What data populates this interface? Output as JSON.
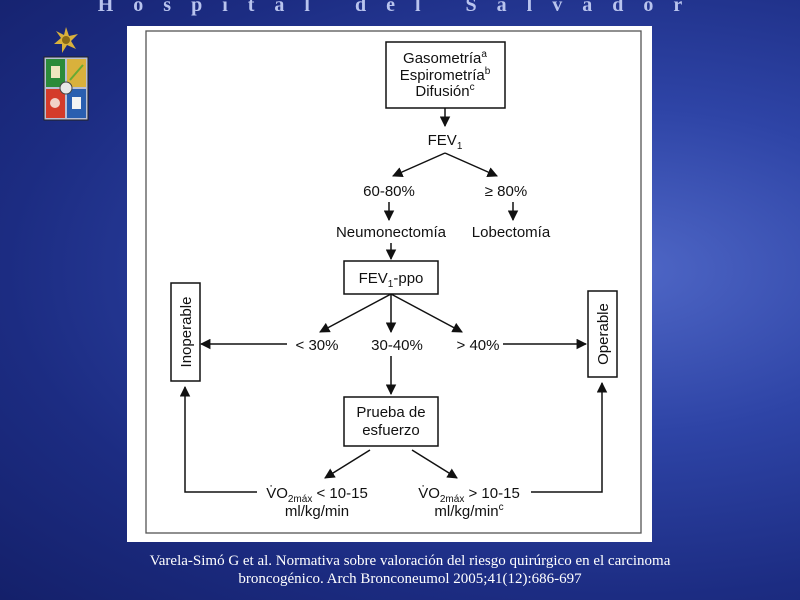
{
  "header": {
    "title": "Hospital del Salvador"
  },
  "logo": {
    "icon": "university-crest-icon",
    "colors": [
      "#c8a23a",
      "#d43b2a",
      "#2c8b3a",
      "#2a5fb0"
    ]
  },
  "flowchart": {
    "start": {
      "lines": [
        "Gasometría",
        "Espirometría",
        "Difusión"
      ],
      "sups": [
        "a",
        "b",
        "c"
      ]
    },
    "fev1": {
      "text": "FEV",
      "sub": "1"
    },
    "branch_6080": "60-80%",
    "branch_ge80": "≥ 80%",
    "neumonectomia": "Neumonectomía",
    "lobectomia": "Lobectomía",
    "fev1_ppo": {
      "text": "FEV",
      "sub": "1",
      "suffix": "-ppo"
    },
    "lt30": "< 30%",
    "r3040": "30-40%",
    "gt40": "> 40%",
    "inoperable": "Inoperable",
    "operable": "Operable",
    "prueba": [
      "Prueba de",
      "esfuerzo"
    ],
    "vo2_low": {
      "v": "V̇O",
      "sub": "2máx",
      "rest": " < 10-15",
      "unit": "ml/kg/min"
    },
    "vo2_high": {
      "v": "V̇O",
      "sub": "2máx",
      "rest": " > 10-15",
      "unit": "ml/kg/min",
      "sup": "c"
    }
  },
  "citation": {
    "line1": "Varela-Simó G et al. Normativa sobre valoración del riesgo quirúrgico en el carcinoma",
    "line2": "broncogénico. Arch Bronconeumol 2005;41(12):686-697"
  }
}
